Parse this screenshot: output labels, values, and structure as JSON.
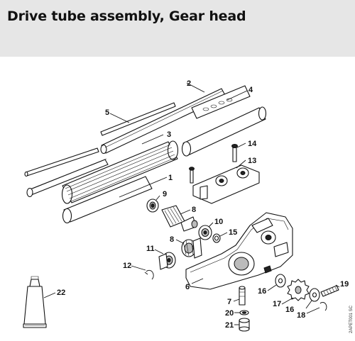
{
  "title": "Drive tube assembly, Gear head",
  "callouts": {
    "c1": "1",
    "c2": "2",
    "c3": "3",
    "c4": "4",
    "c5": "5",
    "c6": "6",
    "c7": "7",
    "c8a": "8",
    "c8b": "8",
    "c9": "9",
    "c10": "10",
    "c11": "11",
    "c12": "12",
    "c13": "13",
    "c14": "14",
    "c15": "15",
    "c16a": "16",
    "c16b": "16",
    "c17": "17",
    "c18": "18",
    "c19": "19",
    "c20": "20",
    "c21": "21",
    "c22": "22"
  },
  "image_code": "2APET001 SC"
}
